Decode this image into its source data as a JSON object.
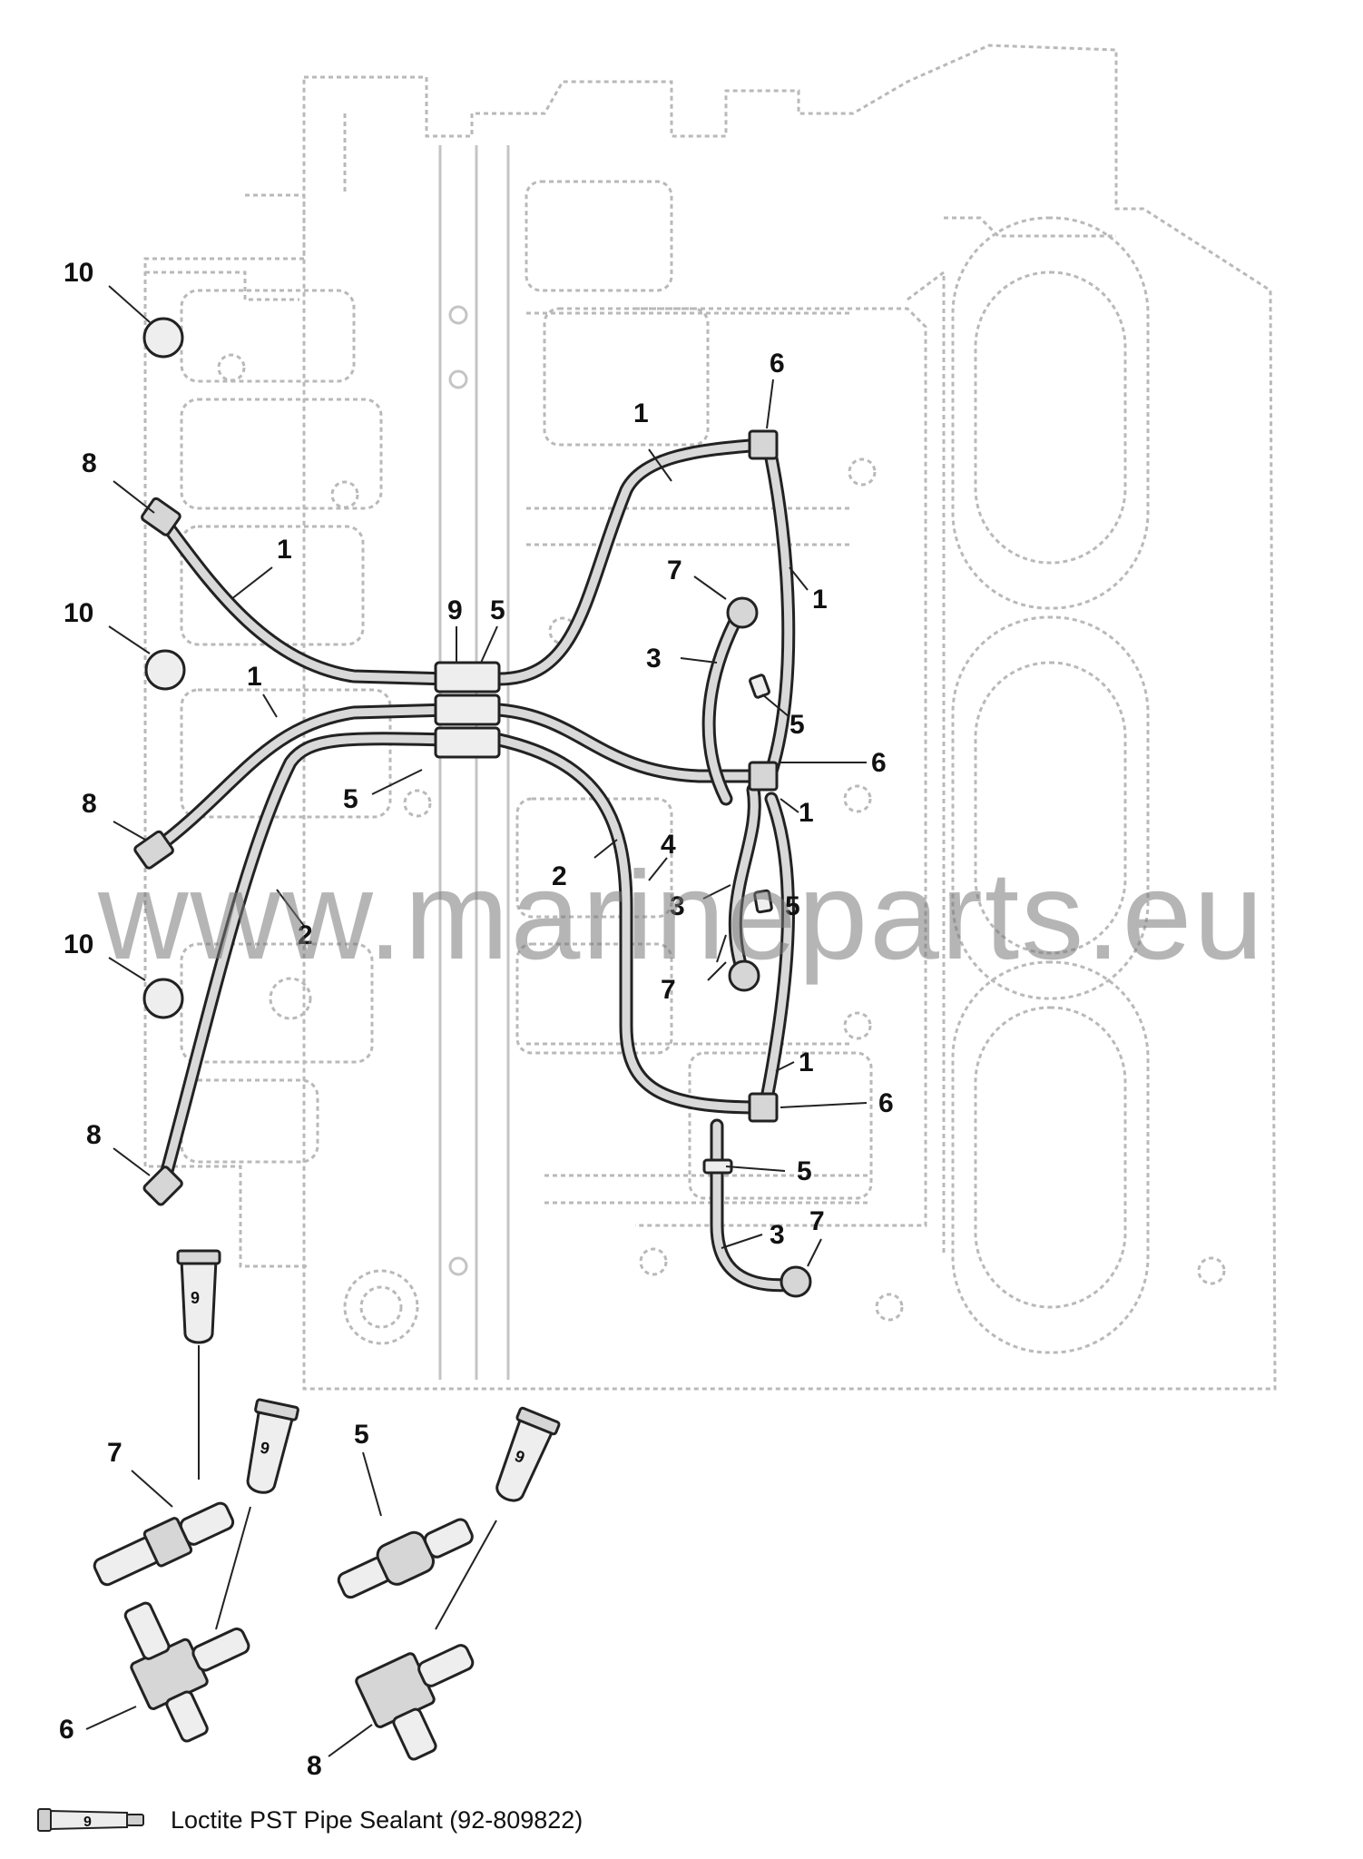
{
  "watermark": "www.marineparts.eu",
  "legend": {
    "badge": "9",
    "text": "Loctite PST Pipe Sealant (92-809822)"
  },
  "callouts": [
    {
      "label": "10"
    },
    {
      "label": "8"
    },
    {
      "label": "1"
    },
    {
      "label": "10"
    },
    {
      "label": "1"
    },
    {
      "label": "8"
    },
    {
      "label": "2"
    },
    {
      "label": "10"
    },
    {
      "label": "8"
    },
    {
      "label": "9"
    },
    {
      "label": "5"
    },
    {
      "label": "5"
    },
    {
      "label": "1"
    },
    {
      "label": "6"
    },
    {
      "label": "7"
    },
    {
      "label": "1"
    },
    {
      "label": "3"
    },
    {
      "label": "5"
    },
    {
      "label": "6"
    },
    {
      "label": "1"
    },
    {
      "label": "4"
    },
    {
      "label": "2"
    },
    {
      "label": "3"
    },
    {
      "label": "5"
    },
    {
      "label": "7"
    },
    {
      "label": "1"
    },
    {
      "label": "6"
    },
    {
      "label": "5"
    },
    {
      "label": "3"
    },
    {
      "label": "7"
    },
    {
      "label": "7"
    },
    {
      "label": "5"
    },
    {
      "label": "6"
    },
    {
      "label": "8"
    }
  ],
  "sealant_tubes": [
    {
      "badge": "9"
    },
    {
      "badge": "9"
    },
    {
      "badge": "9"
    }
  ]
}
